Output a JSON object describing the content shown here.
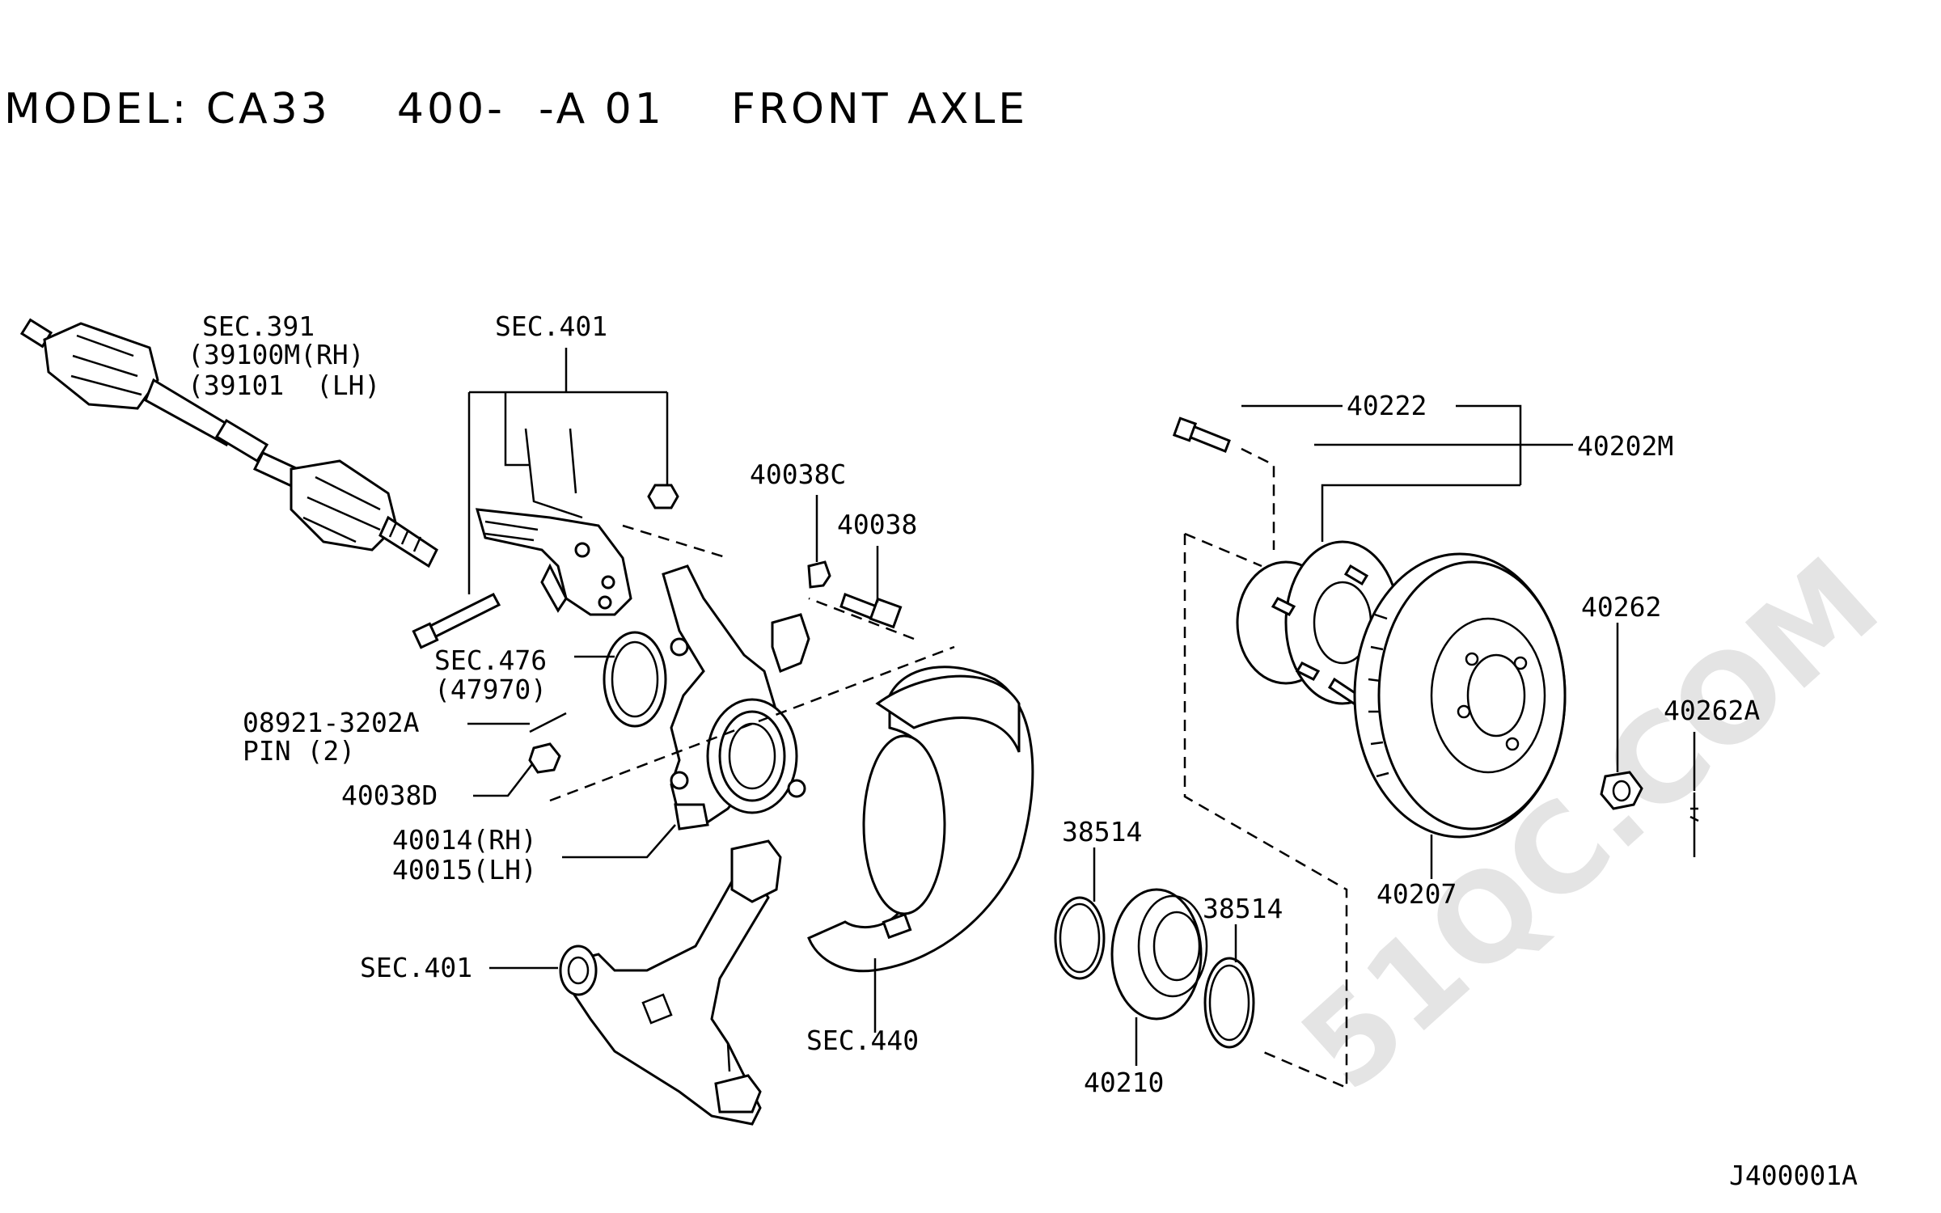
{
  "header": {
    "title": "MODEL: CA33    400-  -A 01    FRONT AXLE"
  },
  "watermark": "51QC.COM",
  "labels": {
    "sec391": "SEC.391",
    "p39100m": "(39100M(RH)",
    "p39101": "(39101  (LH)",
    "sec401_top": "SEC.401",
    "p40038c": "40038C",
    "p40038": "40038",
    "sec476": "SEC.476",
    "p47970": "(47970)",
    "p08921": "08921-3202A",
    "pin2": "PIN (2)",
    "p40038d": "40038D",
    "p40014": "40014(RH)",
    "p40015": "40015(LH)",
    "sec401_bottom": "SEC.401",
    "sec440": "SEC.440",
    "p40222": "40222",
    "p40202m": "40202M",
    "p40262": "40262",
    "p40262a": "40262A",
    "p38514_left": "38514",
    "p38514_right": "38514",
    "p40207": "40207",
    "p40210": "40210",
    "drawing_id": "J400001A"
  }
}
